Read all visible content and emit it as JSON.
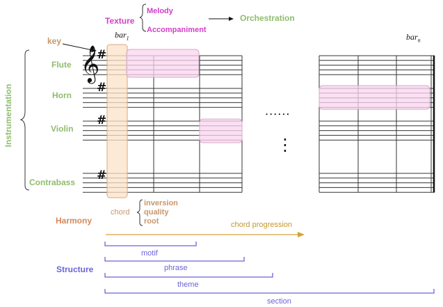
{
  "texture": {
    "title": "Texture",
    "melody": "Melody",
    "accompaniment": "Accompaniment",
    "orchestration": "Orchestration"
  },
  "score": {
    "key_label": "key",
    "bar_first": "bar",
    "bar_first_sub": "1",
    "bar_last": "bar",
    "bar_last_sub": "n",
    "clef_glyph": "𝄞",
    "sharp_glyph": "#",
    "hdots": "......",
    "vdots": "⋮"
  },
  "instrumentation": {
    "title": "Instrumentation",
    "instruments": [
      "Flute",
      "Horn",
      "Violin",
      "Contrabass"
    ]
  },
  "harmony": {
    "title": "Harmony",
    "chord": "chord",
    "attributes": [
      "inversion",
      "quality",
      "root"
    ],
    "progression": "chord progression"
  },
  "structure": {
    "title": "Structure",
    "levels": [
      "motif",
      "phrase",
      "theme",
      "section"
    ]
  },
  "colors": {
    "staff_line": "#333333",
    "highlight_fill": "#f9d5ef",
    "highlight_stroke": "#d8a6c9",
    "key_fill": "#fbe2c8",
    "key_stroke": "#d8a880",
    "instrument_text": "#8fbc6c",
    "texture_text": "#d23fc6",
    "harmony_text": "#d4885a",
    "progression_arrow": "#d4a23a",
    "structure_text": "#6b63d8"
  }
}
